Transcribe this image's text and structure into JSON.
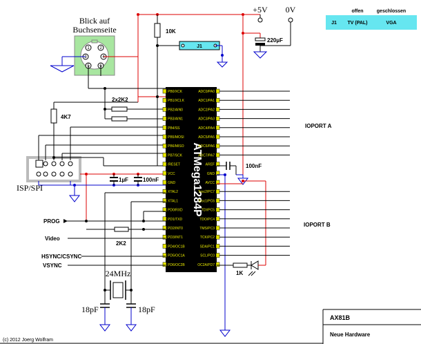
{
  "header": {
    "plus5v": "+5V",
    "zerov": "0V"
  },
  "jumper_table": {
    "col_open": "offen",
    "col_closed": "geschlossen",
    "row_name": "J1",
    "row_open": "TV (PAL)",
    "row_closed": "VGA"
  },
  "connector": {
    "title_line1": "Blick auf",
    "title_line2": "Buchsenseite",
    "pins": [
      "1",
      "2",
      "3",
      "4",
      "5",
      "6"
    ]
  },
  "components": {
    "r10k": "10K",
    "j1": "J1",
    "c220": "220µF",
    "r2x2k2": "2x2K2",
    "r4k7": "4K7",
    "isp": "ISP/SPI",
    "c1u": "1µF",
    "c100n_a": "100nF",
    "c100n_b": "100nF",
    "chip": "ATMega1284P",
    "r2k2": "2K2",
    "crystal": "24MHz",
    "c18p_left": "18pF",
    "c18p_right": "18pF",
    "r1k": "1K"
  },
  "signals": {
    "ioport_a": "IOPORT A",
    "ioport_b": "IOPORT B",
    "prog": "PROG",
    "video": "Video",
    "hsync": "HSYNC/CSYNC",
    "vsync": "VSYNC"
  },
  "chip_pins_left": [
    "PB0/XCK",
    "PB1/XCLK",
    "PB2/AIN0",
    "PB3/AIN1",
    "PB4/SS",
    "PB5/MOSI",
    "PB6/MISO",
    "PB7/SCK",
    "/RESET",
    "VCC",
    "GND",
    "XTAL2",
    "XTAL1",
    "PD0/RXD",
    "PD1/TXD",
    "PD2/INT0",
    "PD3/INT1",
    "PD4/OC1B",
    "PD5/OC1A",
    "PD6/OC2B"
  ],
  "chip_pins_right": [
    "ADC0/PA0",
    "ADC1/PA1",
    "ADC2/PA2",
    "ADC3/PA3",
    "ADC4/PA4",
    "ADC5/PA5",
    "ADC6/PA6",
    "ADC7/PA7",
    "AREF",
    "GND",
    "AVCC",
    "Tosc2/PC7",
    "Tosc1/PC6",
    "TDI/PC5",
    "TDO/PC4",
    "TMS/PC3",
    "TCK/PC2",
    "SDA/PC1",
    "SCL/PC0",
    "OC2A/PD7"
  ],
  "title_block": {
    "project": "AX81B",
    "subtitle": "Neue Hardware"
  },
  "copyright": "(c) 2012 Joerg Wolfram",
  "colors": {
    "wire_black": "#000000",
    "wire_red": "#dd0000",
    "wire_blue": "#0000cc",
    "connector_green": "#a8e6a0",
    "highlight_cyan": "#66e6f0",
    "pin_yellow": "#e8e800",
    "header_grey": "#bbbbbb"
  }
}
